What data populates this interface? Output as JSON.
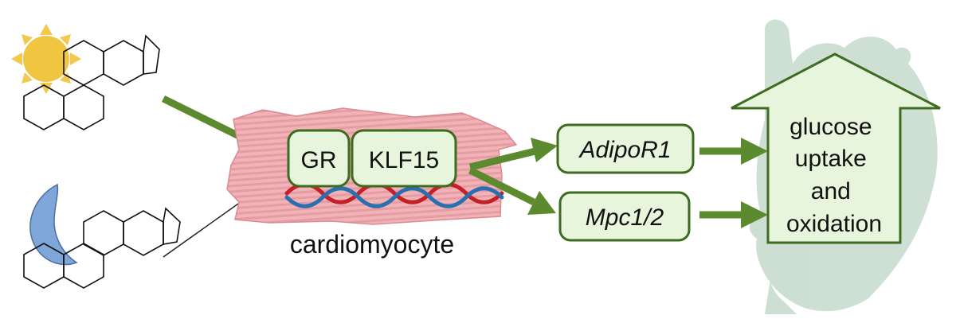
{
  "colors": {
    "arrow_green": "#5c8a2e",
    "box_border": "#3d6b1f",
    "box_fill": "#e6f5dc",
    "cell_pink": "#f2b3b8",
    "cell_stripe": "#d98a92",
    "heart_gray": "#b8d0c0",
    "sun_yellow": "#f2c94c",
    "moon_blue": "#7fa6d8",
    "dna_red": "#c42026",
    "dna_blue": "#2a6fb0"
  },
  "icons": {
    "sun": "sun-icon",
    "moon": "moon-icon",
    "steroid_day": "steroid-structure-icon",
    "steroid_night": "steroid-structure-icon",
    "heart": "heart-icon",
    "dna": "dna-helix-icon",
    "inhibition": "inhibition-cross-icon"
  },
  "labels": {
    "gr": "GR",
    "klf15": "KLF15",
    "cell": "cardiomyocyte",
    "adipor1": "AdipoR1",
    "mpc": "Mpc1/2",
    "outcome": [
      "glucose",
      "uptake",
      "and",
      "oxidation"
    ]
  }
}
